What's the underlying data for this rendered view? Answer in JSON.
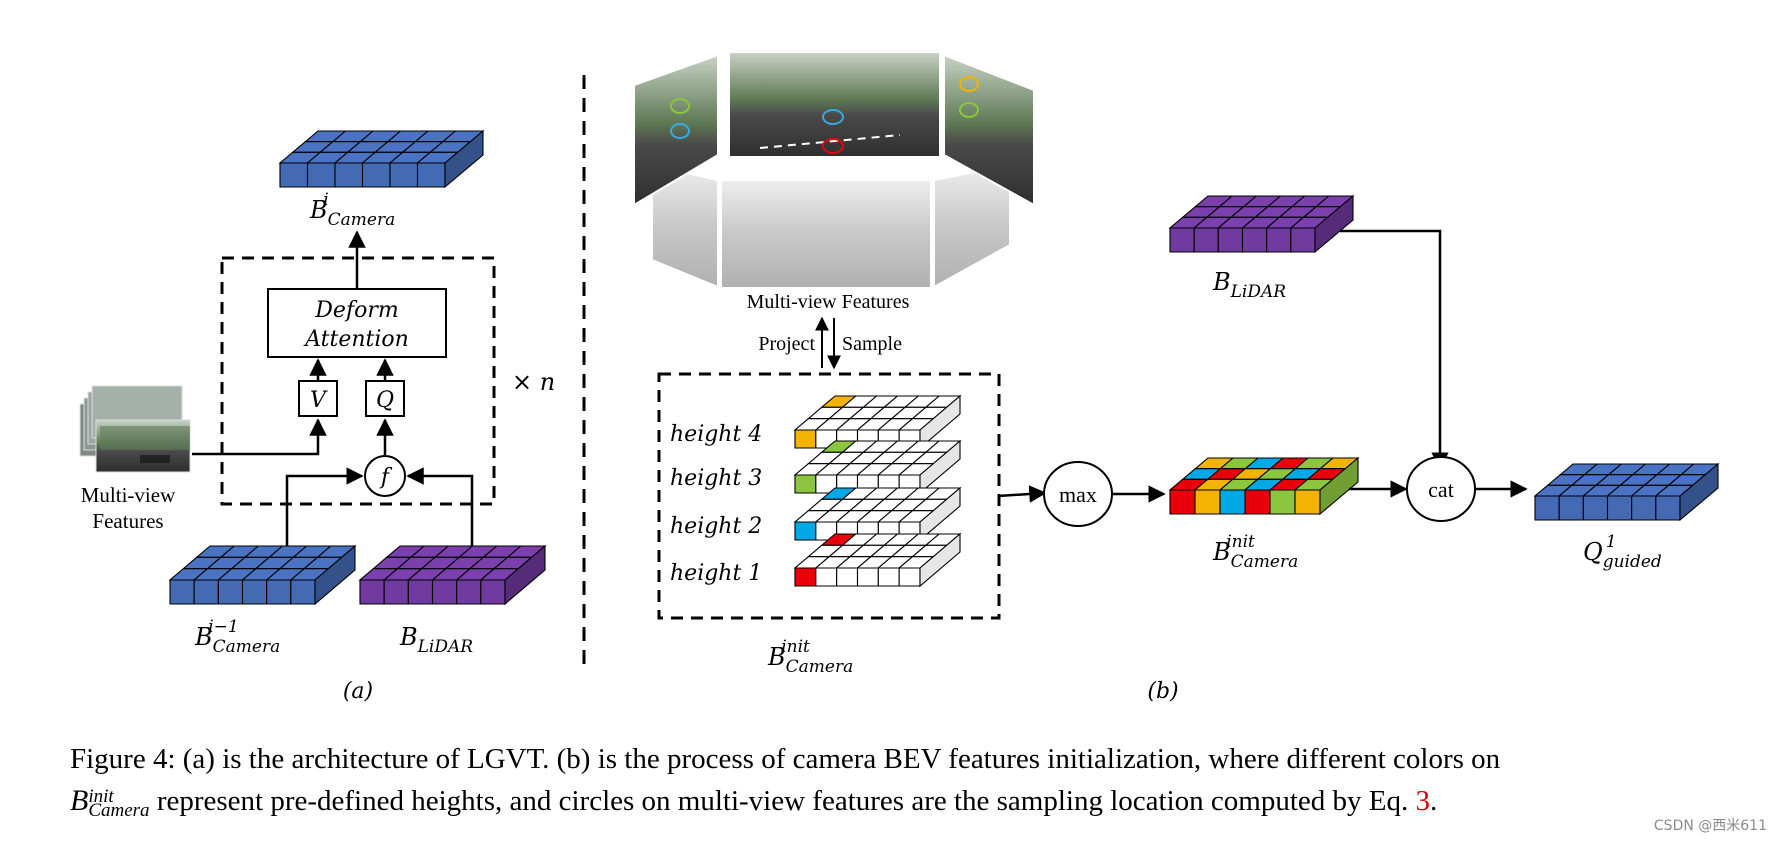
{
  "panel_a": {
    "label": "(a)",
    "output_label": {
      "base": "B",
      "sup": "i",
      "sub": "Camera"
    },
    "deform_attention": [
      "Deform",
      "Attention"
    ],
    "v_label": "V",
    "q_label": "Q",
    "f_label": "f",
    "repeat_label": "× n",
    "image_label": [
      "Multi-view",
      "Features"
    ],
    "prev_label": {
      "base": "B",
      "sup": "i−1",
      "sub": "Camera"
    },
    "lidar_label": {
      "base": "B",
      "sub": "LiDAR"
    }
  },
  "panel_b": {
    "label": "(b)",
    "features_label": "Multi-view Features",
    "project_label": "Project",
    "sample_label": "Sample",
    "heights": [
      "height 4",
      "height 3",
      "height 2",
      "height 1"
    ],
    "height_colors": [
      "#f2b400",
      "#8cc63e",
      "#00a9e6",
      "#e8000b"
    ],
    "init_label": {
      "base": "B",
      "sup": "init",
      "sub": "Camera"
    },
    "max_label": "max",
    "lidar_label": {
      "base": "B",
      "sub": "LiDAR"
    },
    "cat_label": "cat",
    "init_mid_label": {
      "base": "B",
      "sup": "init",
      "sub": "Camera"
    },
    "guided_label": {
      "base": "Q",
      "sup": "1",
      "sub": "guided"
    }
  },
  "colors": {
    "camera_blue": "#4a73c4",
    "lidar_purple": "#7b3fae"
  },
  "caption": {
    "part1": "Figure 4: (a) is the architecture of LGVT. (b) is the process of camera BEV features initialization, where different colors on",
    "math_base": "B",
    "math_sup": "init",
    "math_sub": "Camera",
    "part2": " represent pre-defined heights, and circles on multi-view features are the sampling location computed by Eq. ",
    "ref": "3",
    "part3": "."
  },
  "watermark": "CSDN @西米611"
}
